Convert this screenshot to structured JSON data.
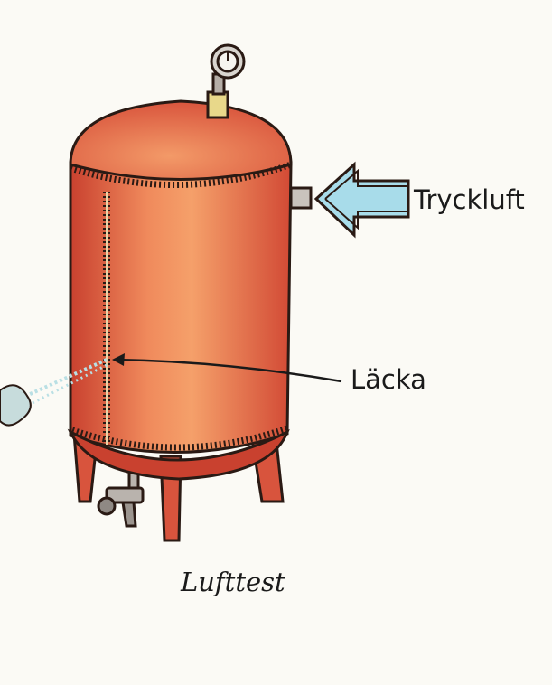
{
  "labels": {
    "compressed_air": "Tryckluft",
    "leak": "Läcka"
  },
  "caption": "Lufttest",
  "colors": {
    "background": "#fbfaf5",
    "tank": "#e8604a",
    "tank_dark": "#c9412f",
    "tank_highlight": "#f5a06a",
    "arrow_fill": "#a8dcea",
    "outline": "#2a1a14"
  }
}
